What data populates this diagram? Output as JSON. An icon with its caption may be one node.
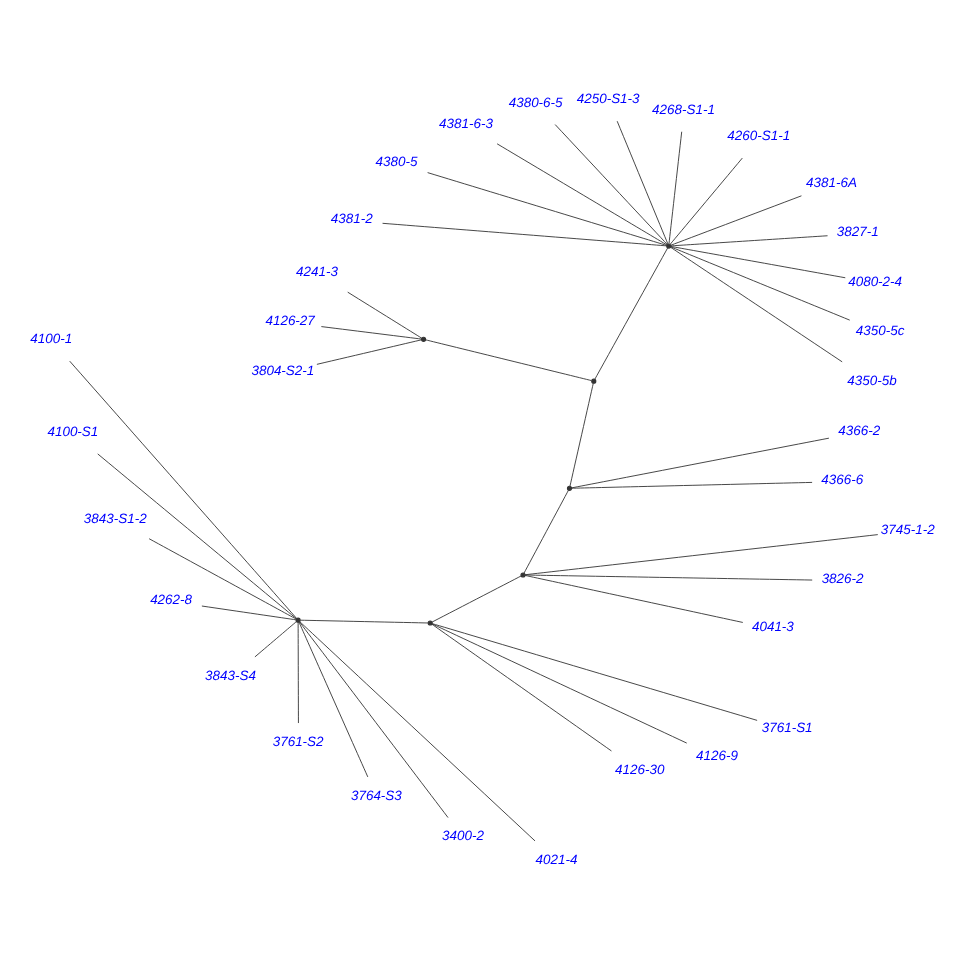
{
  "diagram": {
    "nodes": [
      {
        "text": [],
        "shape": "point"
      },
      {
        "text": [],
        "shape": "point"
      },
      {
        "text": [],
        "shape": "point"
      },
      {
        "text": [],
        "shape": "point"
      },
      {
        "text": [],
        "shape": "point"
      },
      {
        "text": [],
        "shape": "point"
      },
      {
        "text": [],
        "shape": "point"
      },
      {
        "text": [
          "4350-5b"
        ]
      },
      {
        "text": [
          "4350-5c"
        ]
      },
      {
        "text": [
          "4080-2-4"
        ]
      },
      {
        "text": [
          "3827-1"
        ]
      },
      {
        "text": [
          "4381-6A"
        ]
      },
      {
        "text": [
          "4260-S1-1"
        ]
      },
      {
        "text": [
          "4268-S1-1"
        ]
      },
      {
        "text": [
          "4250-S1-3"
        ]
      },
      {
        "text": [
          "4380-6-5"
        ]
      },
      {
        "text": [
          "4381-6-3"
        ]
      },
      {
        "text": [
          "4380-5"
        ]
      },
      {
        "text": [
          "4381-2"
        ]
      },
      {
        "text": [
          "4241-3"
        ]
      },
      {
        "text": [
          "4126-27"
        ]
      },
      {
        "text": [
          "3804-S2-1"
        ]
      },
      {
        "text": [
          "4366-6"
        ]
      },
      {
        "text": [
          "4366-2"
        ]
      },
      {
        "text": [
          "4041-3"
        ]
      },
      {
        "text": [
          "3826-2"
        ]
      },
      {
        "text": [
          "3745-1-2"
        ]
      },
      {
        "text": [
          "4126-30"
        ]
      },
      {
        "text": [
          "4126-9"
        ]
      },
      {
        "text": [
          "3761-S1"
        ]
      },
      {
        "text": [
          "4100-1"
        ]
      },
      {
        "text": [
          "4100-S1"
        ]
      },
      {
        "text": [
          "3843-S1-2"
        ]
      },
      {
        "text": [
          "4262-8"
        ]
      },
      {
        "text": [
          "3843-S4"
        ]
      },
      {
        "text": [
          "3761-S2"
        ]
      },
      {
        "text": [
          "3764-S3"
        ]
      },
      {
        "text": [
          "3400-2"
        ]
      },
      {
        "text": [
          "4021-4"
        ]
      }
    ],
    "edges": [
      {
        "from": 0,
        "to": 1,
        "arrow": "none"
      },
      {
        "from": 0,
        "to": 2,
        "arrow": "none"
      },
      {
        "from": 0,
        "to": 3,
        "arrow": "none"
      },
      {
        "from": 3,
        "to": 4,
        "arrow": "none"
      },
      {
        "from": 4,
        "to": 5,
        "arrow": "none"
      },
      {
        "from": 5,
        "to": 6,
        "arrow": "none"
      },
      {
        "from": 1,
        "to": 7,
        "arrow": "none"
      },
      {
        "from": 1,
        "to": 8,
        "arrow": "none"
      },
      {
        "from": 1,
        "to": 9,
        "arrow": "none"
      },
      {
        "from": 1,
        "to": 10,
        "arrow": "none"
      },
      {
        "from": 1,
        "to": 11,
        "arrow": "none"
      },
      {
        "from": 1,
        "to": 12,
        "arrow": "none"
      },
      {
        "from": 1,
        "to": 13,
        "arrow": "none"
      },
      {
        "from": 1,
        "to": 14,
        "arrow": "none"
      },
      {
        "from": 1,
        "to": 15,
        "arrow": "none"
      },
      {
        "from": 1,
        "to": 16,
        "arrow": "none"
      },
      {
        "from": 1,
        "to": 17,
        "arrow": "none"
      },
      {
        "from": 1,
        "to": 18,
        "arrow": "none"
      },
      {
        "from": 2,
        "to": 19,
        "arrow": "none"
      },
      {
        "from": 2,
        "to": 20,
        "arrow": "none"
      },
      {
        "from": 2,
        "to": 21,
        "arrow": "none"
      },
      {
        "from": 3,
        "to": 22,
        "arrow": "none"
      },
      {
        "from": 3,
        "to": 23,
        "arrow": "none"
      },
      {
        "from": 4,
        "to": 24,
        "arrow": "none"
      },
      {
        "from": 4,
        "to": 25,
        "arrow": "none"
      },
      {
        "from": 4,
        "to": 26,
        "arrow": "none"
      },
      {
        "from": 5,
        "to": 27,
        "arrow": "none"
      },
      {
        "from": 5,
        "to": 28,
        "arrow": "none"
      },
      {
        "from": 5,
        "to": 29,
        "arrow": "none"
      },
      {
        "from": 6,
        "to": 30,
        "arrow": "none"
      },
      {
        "from": 6,
        "to": 31,
        "arrow": "none"
      },
      {
        "from": 6,
        "to": 32,
        "arrow": "none"
      },
      {
        "from": 6,
        "to": 33,
        "arrow": "none"
      },
      {
        "from": 6,
        "to": 34,
        "arrow": "none"
      },
      {
        "from": 6,
        "to": 35,
        "arrow": "none"
      },
      {
        "from": 6,
        "to": 36,
        "arrow": "none"
      },
      {
        "from": 6,
        "to": 37,
        "arrow": "none"
      },
      {
        "from": 6,
        "to": 38,
        "arrow": "none"
      }
    ]
  }
}
